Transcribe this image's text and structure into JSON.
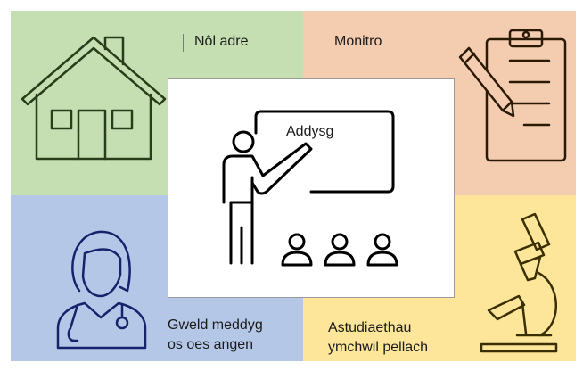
{
  "sections": {
    "home": {
      "label": "Nôl adre",
      "icon": "house-icon",
      "color": "#c5dfb2"
    },
    "monitor": {
      "label": "Monitro",
      "icon": "clipboard-pencil-icon",
      "color": "#f4ccb0"
    },
    "doctor": {
      "label_line1": "Gweld meddyg",
      "label_line2": "os oes angen",
      "icon": "doctor-icon",
      "color": "#b4c7e7"
    },
    "research": {
      "label_line1": "Astudiaethau",
      "label_line2": "ymchwil pellach",
      "icon": "microscope-icon",
      "color": "#fde699"
    }
  },
  "center": {
    "label": "Addysg",
    "icon": "teacher-board-icon"
  },
  "colors": {
    "icon_stroke": "#1e3a10",
    "clip_stroke": "#2a1a05",
    "doctor_stroke": "#16226a",
    "microscope_stroke": "#3a2f00",
    "teacher_stroke": "#000000"
  }
}
